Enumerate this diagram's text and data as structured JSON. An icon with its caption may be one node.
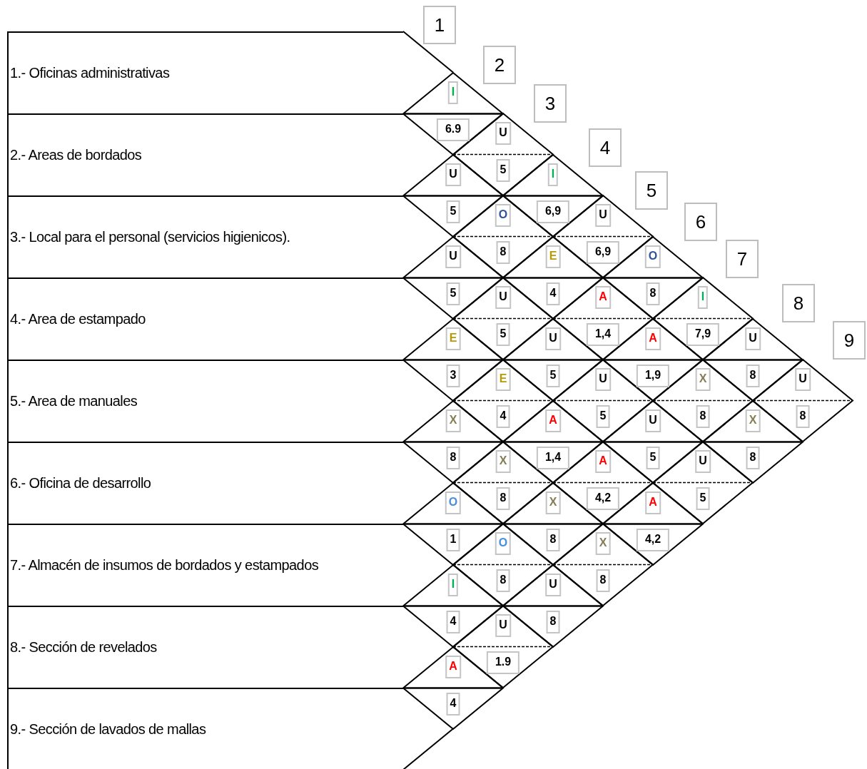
{
  "diagram": {
    "nodes": [
      {
        "text": [
          "1.- Oficinas administrativas"
        ]
      },
      {
        "text": [
          "2.- Areas de bordados"
        ]
      },
      {
        "text": [
          "3.- Local para el personal (servicios higienicos)."
        ]
      },
      {
        "text": [
          "4.- Area de estampado"
        ]
      },
      {
        "text": [
          "5.- Area de manuales"
        ]
      },
      {
        "text": [
          "6.- Oficina de desarrollo"
        ]
      },
      {
        "text": [
          "7.- Almacén de insumos de bordados y estampados"
        ]
      },
      {
        "text": [
          "8.- Sección de revelados"
        ]
      },
      {
        "text": [
          "9.- Sección de lavados de mallas"
        ]
      },
      {
        "text": [
          "1"
        ]
      },
      {
        "text": [
          "2"
        ]
      },
      {
        "text": [
          "3"
        ]
      },
      {
        "text": [
          "4"
        ]
      },
      {
        "text": [
          "5"
        ]
      },
      {
        "text": [
          "6"
        ]
      },
      {
        "text": [
          "7"
        ]
      },
      {
        "text": [
          "8"
        ]
      },
      {
        "text": [
          "9"
        ]
      },
      {
        "text": [
          "I",
          "6.9"
        ]
      },
      {
        "text": [
          "U",
          "5"
        ]
      },
      {
        "text": [
          "U",
          "5"
        ]
      },
      {
        "text": [
          "I",
          "6,9"
        ]
      },
      {
        "text": [
          "O",
          "8"
        ]
      },
      {
        "text": [
          "U",
          "6,9"
        ]
      },
      {
        "text": [
          "U",
          "5"
        ]
      },
      {
        "text": [
          "E",
          "4"
        ]
      },
      {
        "text": [
          "O",
          "8"
        ]
      },
      {
        "text": [
          "U",
          "5"
        ]
      },
      {
        "text": [
          "A",
          "1,4"
        ]
      },
      {
        "text": [
          "I",
          "7,9"
        ]
      },
      {
        "text": [
          "E",
          "3"
        ]
      },
      {
        "text": [
          "U",
          "5"
        ]
      },
      {
        "text": [
          "A",
          "1,9"
        ]
      },
      {
        "text": [
          "U",
          "8"
        ]
      },
      {
        "text": [
          "E",
          "4"
        ]
      },
      {
        "text": [
          "U",
          "5"
        ]
      },
      {
        "text": [
          "X",
          "8"
        ]
      },
      {
        "text": [
          "U",
          "8"
        ]
      },
      {
        "text": [
          "X",
          "8"
        ]
      },
      {
        "text": [
          "A",
          "1,4"
        ]
      },
      {
        "text": [
          "U",
          "5"
        ]
      },
      {
        "text": [
          "X",
          "8"
        ]
      },
      {
        "text": [
          "X",
          "8"
        ]
      },
      {
        "text": [
          "A",
          "4,2"
        ]
      },
      {
        "text": [
          "U",
          "5"
        ]
      },
      {
        "text": [
          "O",
          "1"
        ]
      },
      {
        "text": [
          "X",
          "8"
        ]
      },
      {
        "text": [
          "A",
          "4,2"
        ]
      },
      {
        "text": [
          "O",
          "8"
        ]
      },
      {
        "text": [
          "X",
          "8"
        ]
      },
      {
        "text": [
          "I",
          "4"
        ]
      },
      {
        "text": [
          "U",
          "8"
        ]
      },
      {
        "text": [
          "U",
          "1.9"
        ]
      },
      {
        "text": [
          "A",
          "4"
        ]
      }
    ]
  }
}
